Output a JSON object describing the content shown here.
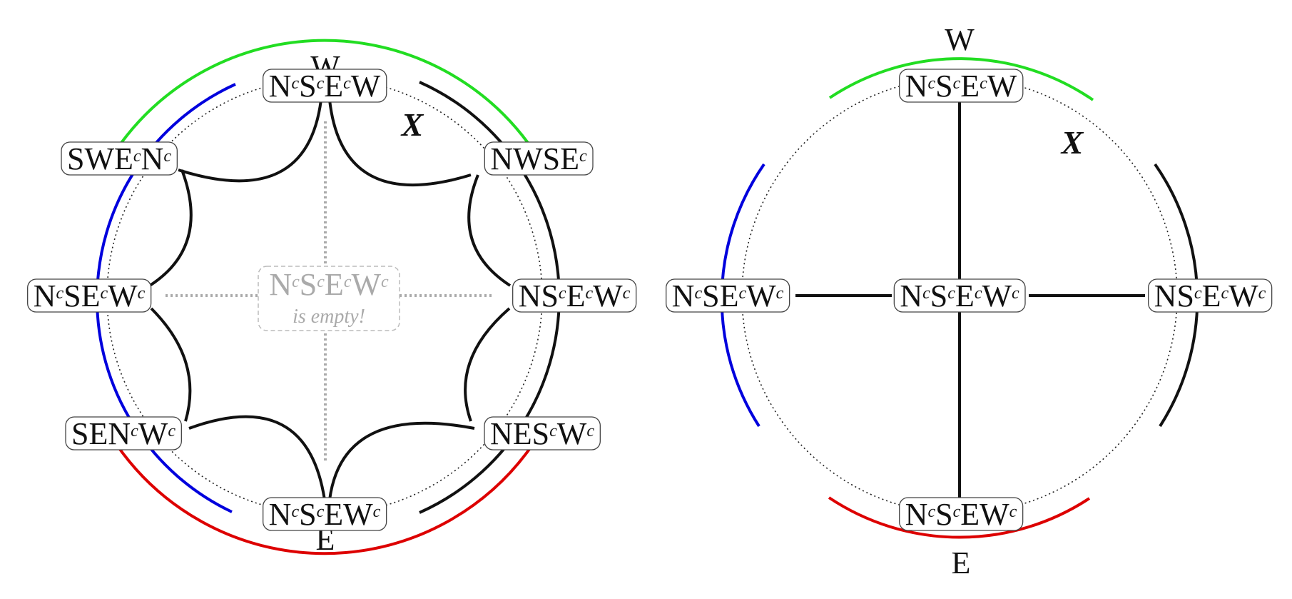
{
  "left_diagram": {
    "circle_labels": {
      "top": "W",
      "bottom": "E"
    },
    "x_label": "X",
    "nodes": {
      "top": [
        {
          "t": "N"
        },
        {
          "t": "c",
          "s": 1
        },
        {
          "t": "S"
        },
        {
          "t": "c",
          "s": 1
        },
        {
          "t": "E"
        },
        {
          "t": "c",
          "s": 1
        },
        {
          "t": "W"
        }
      ],
      "upper_right": [
        {
          "t": "NWSE"
        },
        {
          "t": "c",
          "s": 1
        }
      ],
      "right": [
        {
          "t": "NS"
        },
        {
          "t": "c",
          "s": 1
        },
        {
          "t": "E"
        },
        {
          "t": "c",
          "s": 1
        },
        {
          "t": "W"
        },
        {
          "t": "c",
          "s": 1
        }
      ],
      "lower_right": [
        {
          "t": "NES"
        },
        {
          "t": "c",
          "s": 1
        },
        {
          "t": "W"
        },
        {
          "t": "c",
          "s": 1
        }
      ],
      "bottom": [
        {
          "t": "N"
        },
        {
          "t": "c",
          "s": 1
        },
        {
          "t": "S"
        },
        {
          "t": "c",
          "s": 1
        },
        {
          "t": "EW"
        },
        {
          "t": "c",
          "s": 1
        }
      ],
      "lower_left": [
        {
          "t": "SEN"
        },
        {
          "t": "c",
          "s": 1
        },
        {
          "t": "W"
        },
        {
          "t": "c",
          "s": 1
        }
      ],
      "left": [
        {
          "t": "N"
        },
        {
          "t": "c",
          "s": 1
        },
        {
          "t": "SE"
        },
        {
          "t": "c",
          "s": 1
        },
        {
          "t": "W"
        },
        {
          "t": "c",
          "s": 1
        }
      ],
      "upper_left": [
        {
          "t": "SWE"
        },
        {
          "t": "c",
          "s": 1
        },
        {
          "t": "N"
        },
        {
          "t": "c",
          "s": 1
        }
      ]
    },
    "center_node": [
      {
        "t": "N"
      },
      {
        "t": "c",
        "s": 1
      },
      {
        "t": "S"
      },
      {
        "t": "c",
        "s": 1
      },
      {
        "t": "E"
      },
      {
        "t": "c",
        "s": 1
      },
      {
        "t": "W"
      },
      {
        "t": "c",
        "s": 1
      }
    ],
    "center_note": "is empty!",
    "arc_colors": {
      "green": "#22dd22",
      "blue": "#0000dd",
      "red": "#dd0000",
      "black": "#111111"
    }
  },
  "right_diagram": {
    "circle_labels": {
      "top": "W",
      "bottom": "E"
    },
    "x_label": "X",
    "nodes": {
      "top": [
        {
          "t": "N"
        },
        {
          "t": "c",
          "s": 1
        },
        {
          "t": "S"
        },
        {
          "t": "c",
          "s": 1
        },
        {
          "t": "E"
        },
        {
          "t": "c",
          "s": 1
        },
        {
          "t": "W"
        }
      ],
      "left": [
        {
          "t": "N"
        },
        {
          "t": "c",
          "s": 1
        },
        {
          "t": "SE"
        },
        {
          "t": "c",
          "s": 1
        },
        {
          "t": "W"
        },
        {
          "t": "c",
          "s": 1
        }
      ],
      "center": [
        {
          "t": "N"
        },
        {
          "t": "c",
          "s": 1
        },
        {
          "t": "S"
        },
        {
          "t": "c",
          "s": 1
        },
        {
          "t": "E"
        },
        {
          "t": "c",
          "s": 1
        },
        {
          "t": "W"
        },
        {
          "t": "c",
          "s": 1
        }
      ],
      "right": [
        {
          "t": "NS"
        },
        {
          "t": "c",
          "s": 1
        },
        {
          "t": "E"
        },
        {
          "t": "c",
          "s": 1
        },
        {
          "t": "W"
        },
        {
          "t": "c",
          "s": 1
        }
      ],
      "bottom": [
        {
          "t": "N"
        },
        {
          "t": "c",
          "s": 1
        },
        {
          "t": "S"
        },
        {
          "t": "c",
          "s": 1
        },
        {
          "t": "EW"
        },
        {
          "t": "c",
          "s": 1
        }
      ]
    },
    "arc_colors": {
      "green": "#22dd22",
      "blue": "#0000dd",
      "red": "#dd0000",
      "black": "#111111"
    }
  }
}
